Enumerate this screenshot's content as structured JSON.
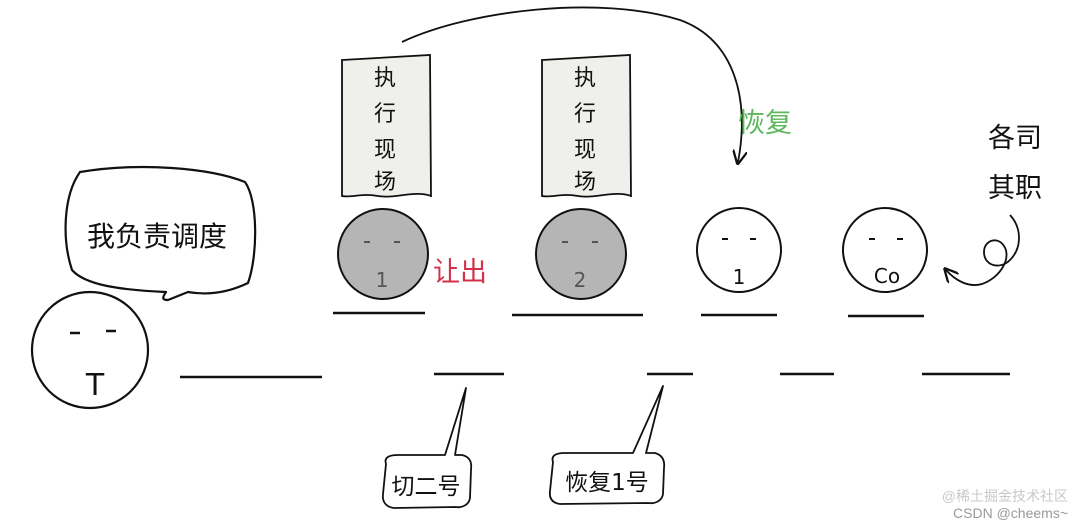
{
  "scheduler": {
    "speech": "我负责调度",
    "face_label": "T"
  },
  "context_notes": [
    {
      "id": "note-1",
      "lines": [
        "执",
        "行",
        "现",
        "场"
      ]
    },
    {
      "id": "note-2",
      "lines": [
        "执",
        "行",
        "现",
        "场"
      ]
    }
  ],
  "coroutines": [
    {
      "id": "suspended-1",
      "label": "1",
      "state": "suspended"
    },
    {
      "id": "suspended-2",
      "label": "2",
      "state": "suspended"
    },
    {
      "id": "active-1",
      "label": "1",
      "state": "active"
    },
    {
      "id": "active-co",
      "label": "Co",
      "state": "active"
    }
  ],
  "annotations": {
    "yield": "让出",
    "resume": "恢复",
    "duties": [
      "各司",
      "其职"
    ]
  },
  "callouts": {
    "switch_two": "切二号",
    "resume_one": "恢复1号"
  },
  "watermark": {
    "juejin": "@稀土掘金技术社区",
    "csdn": "CSDN @cheems~"
  },
  "colors": {
    "yield": "#d3314a",
    "resume": "#5cb85c",
    "suspended_fill": "#b5b5b5",
    "note_fill": "#efefeb",
    "ink": "#111111"
  }
}
